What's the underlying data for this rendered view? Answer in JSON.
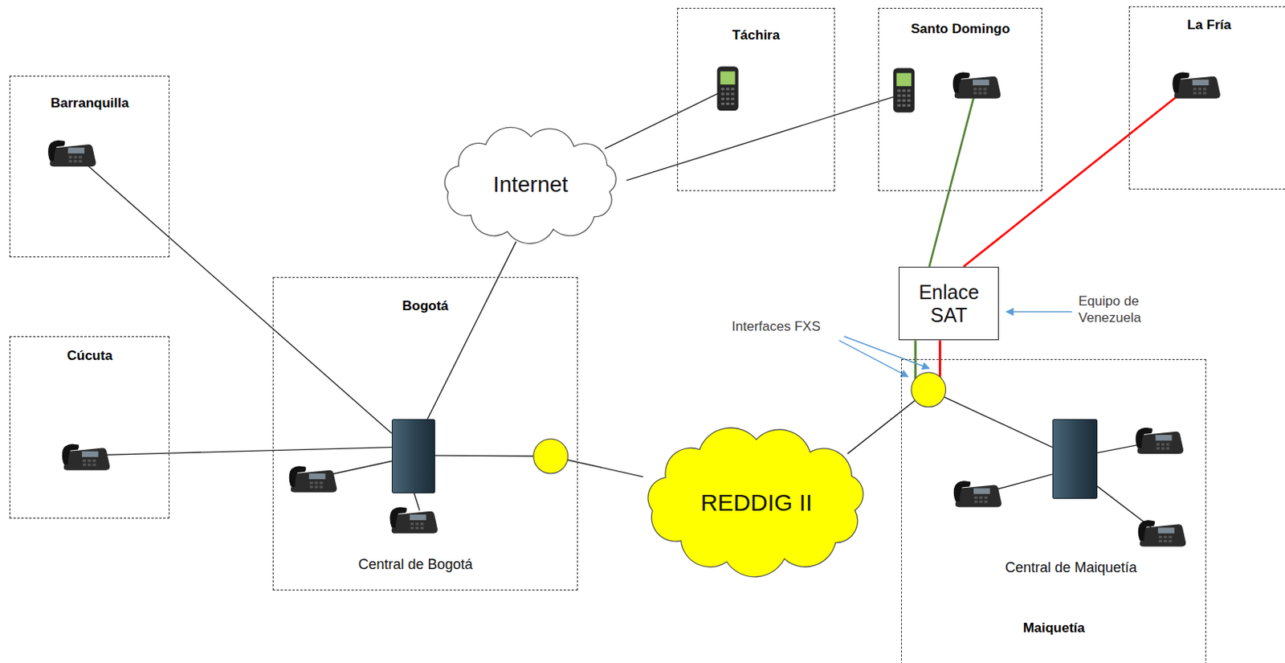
{
  "diagram": {
    "nodes": [
      {
        "text": [
          "Barranquilla"
        ]
      },
      {
        "text": [
          "Cúcuta"
        ]
      },
      {
        "text": [
          "Bogotá"
        ]
      },
      {
        "text": [
          "Central de Bogotá"
        ],
        "in": 2
      },
      {
        "text": [
          "Internet"
        ]
      },
      {
        "text": [
          "Táchira"
        ]
      },
      {
        "text": [
          "Santo Domingo"
        ]
      },
      {
        "text": [
          "La Fría"
        ]
      },
      {
        "text": [
          "Enlace SAT"
        ]
      },
      {
        "text": [
          "REDDIG II"
        ]
      },
      {
        "text": [
          "Maiquetía"
        ]
      },
      {
        "text": [
          "Central de Maiquetía"
        ],
        "in": 10
      }
    ],
    "edges": [
      {
        "from": 0,
        "to": 3,
        "arrow": "none"
      },
      {
        "from": 1,
        "to": 3,
        "arrow": "none"
      },
      {
        "from": 3,
        "to": 4,
        "arrow": "none"
      },
      {
        "from": 4,
        "to": 5,
        "arrow": "none"
      },
      {
        "from": 4,
        "to": 6,
        "arrow": "none"
      },
      {
        "from": 8,
        "to": 6,
        "arrow": "none"
      },
      {
        "from": 8,
        "to": 7,
        "arrow": "none"
      },
      {
        "from": 3,
        "to": 9,
        "arrow": "none"
      },
      {
        "from": 9,
        "to": 10,
        "arrow": "none"
      },
      {
        "from": 8,
        "to": 10,
        "arrow": "none"
      },
      {
        "from": 8,
        "to": 10,
        "arrow": "none"
      }
    ],
    "labels": [
      "Interfaces FXS",
      "Equipo de Venezuela"
    ]
  }
}
